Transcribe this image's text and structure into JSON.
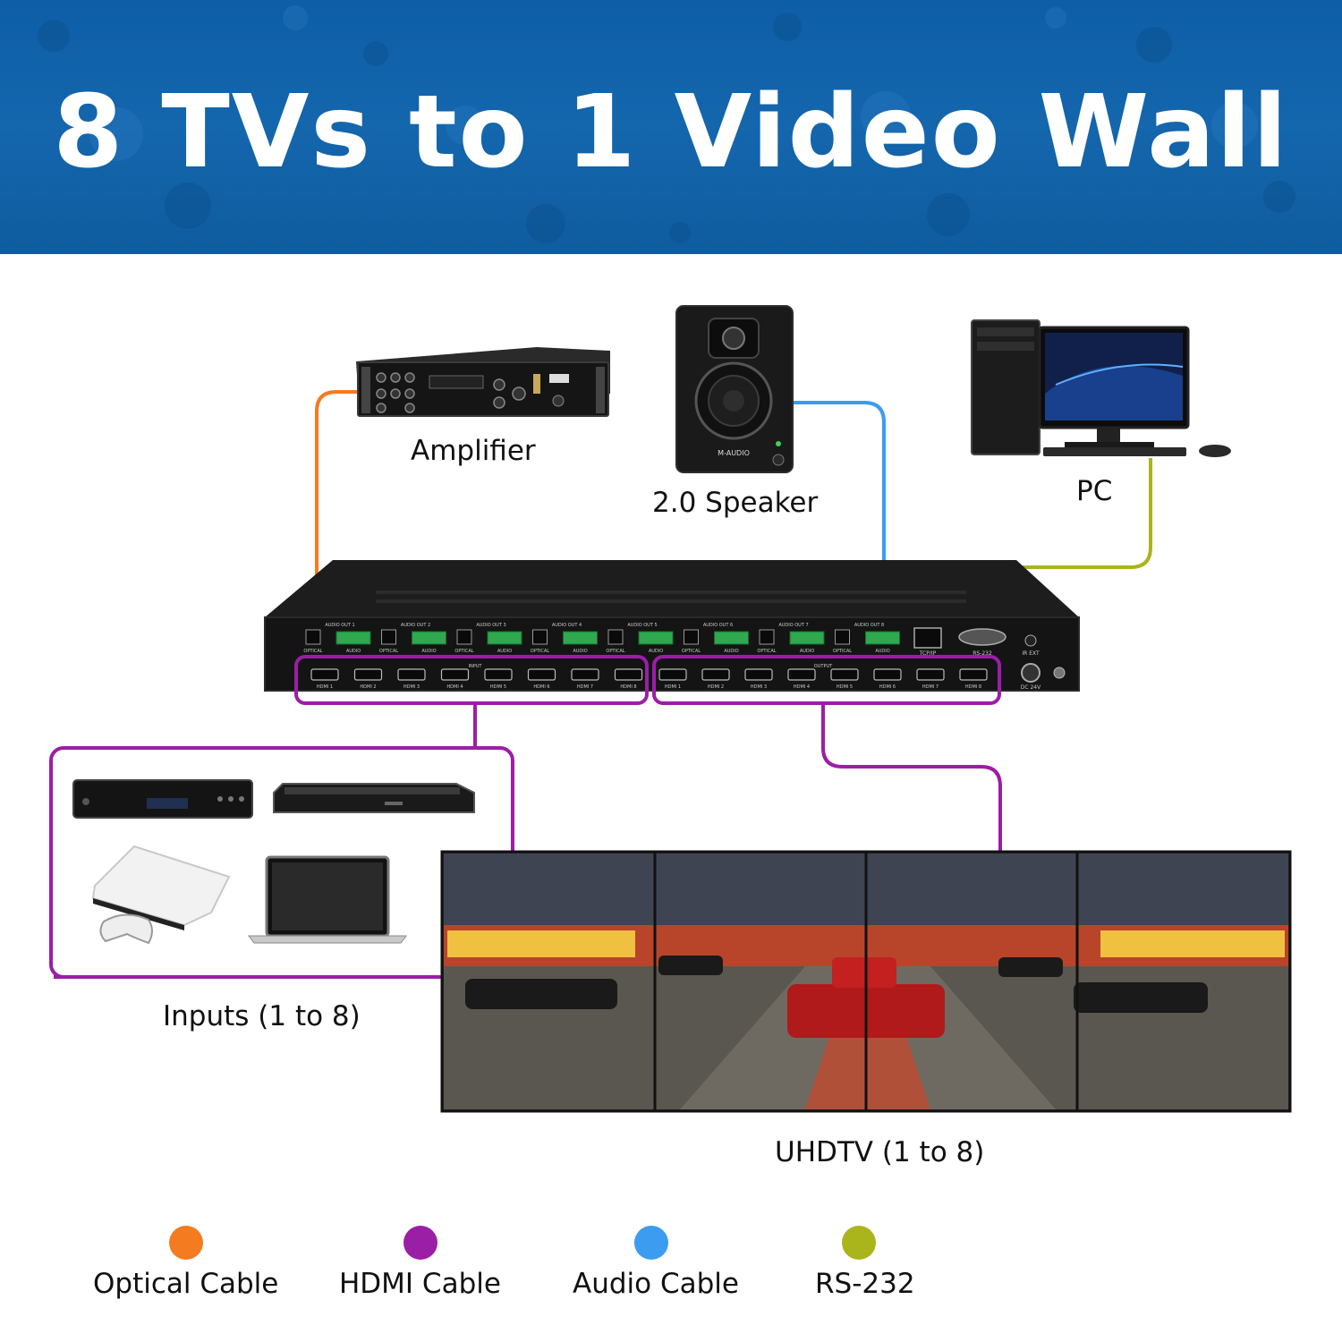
{
  "header": {
    "title": "8 TVs to 1 Video Wall"
  },
  "devices": {
    "amplifier": {
      "label": "Amplifier"
    },
    "speaker": {
      "label": "2.0 Speaker",
      "brand": "M-AUDIO"
    },
    "pc": {
      "label": "PC"
    },
    "inputs": {
      "label": "Inputs (1 to 8)"
    },
    "tv_wall": {
      "label": "UHDTV (1 to 8)"
    }
  },
  "matrix": {
    "audio_out_labels": [
      "AUDIO OUT 1",
      "AUDIO OUT 2",
      "AUDIO OUT 3",
      "AUDIO OUT 4",
      "AUDIO OUT 5",
      "AUDIO OUT 6",
      "AUDIO OUT 7",
      "AUDIO OUT 8"
    ],
    "optical_label": "OPTICAL",
    "audio_label": "AUDIO",
    "input_label": "INPUT",
    "output_label": "OUTPUT",
    "hdmi_ports": [
      "HDMI 1",
      "HDMI 2",
      "HDMI 3",
      "HDMI 4",
      "HDMI 5",
      "HDMI 6",
      "HDMI 7",
      "HDMI 8"
    ],
    "tcpip_label": "TCP/IP",
    "rs232_label": "RS-232",
    "ir_label": "IR EXT",
    "dc_label": "DC 24V"
  },
  "legend": [
    {
      "label": "Optical Cable",
      "color": "#f47b20"
    },
    {
      "label": "HDMI Cable",
      "color": "#9b1ea6"
    },
    {
      "label": "Audio Cable",
      "color": "#3b9cf0"
    },
    {
      "label": "RS-232",
      "color": "#a9b51a"
    }
  ],
  "colors": {
    "banner": "#1466ad",
    "optical": "#f47b20",
    "hdmi": "#9b1ea6",
    "audio": "#3b9cf0",
    "rs232": "#a9b51a"
  }
}
